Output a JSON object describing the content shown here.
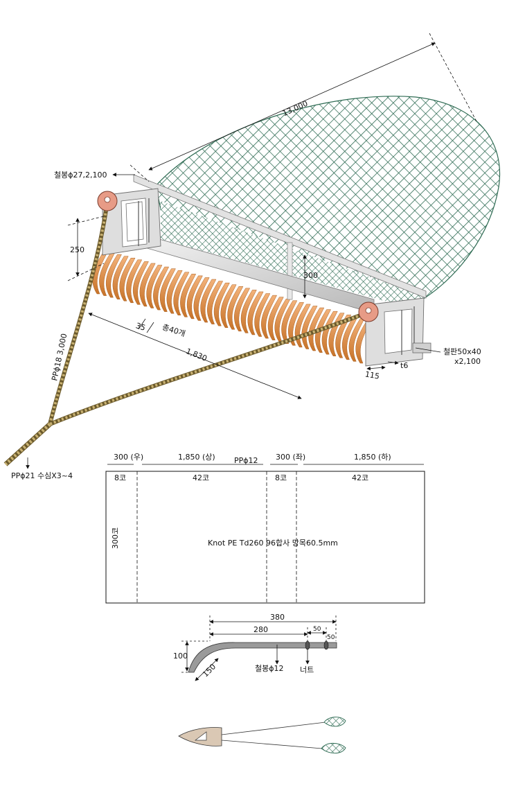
{
  "overview": {
    "length": "13,000",
    "iron_rod_top": "철봉ϕ27,2,100",
    "frame_height": "250",
    "net_mouth_height": "300",
    "tooth_pitch": "35",
    "teeth_total": "총40개",
    "frame_width": "1,830",
    "towline_spec": "PPϕ18  3,000",
    "main_rope": "PPϕ21  수심X3~4",
    "iron_plate": "철판50x40",
    "iron_plate_len": "x2,100",
    "plate_thickness": "t6",
    "runner_width": "115"
  },
  "net_plan": {
    "float_line": "PPϕ12",
    "sections": [
      "300 (우)",
      "1,850 (상)",
      "300 (좌)",
      "1,850 (하)"
    ],
    "meshes_top": [
      "8코",
      "42코",
      "8코",
      "42코"
    ],
    "depth": "300코",
    "material": "Knot PE Td260 96합사  망목60.5mm"
  },
  "tooth_detail": {
    "total_len": "380",
    "shank_len": "280",
    "nut_gap": "50",
    "end_len": "50",
    "height": "100",
    "curve_len": "150",
    "rod_spec": "철봉ϕ12",
    "nut": "너트"
  },
  "colors": {
    "net": "#2e6b53",
    "teeth": "#d98a3c",
    "frame": "#dcdcdc",
    "rope": "#b39a5a",
    "pulley": "#e79b86"
  }
}
